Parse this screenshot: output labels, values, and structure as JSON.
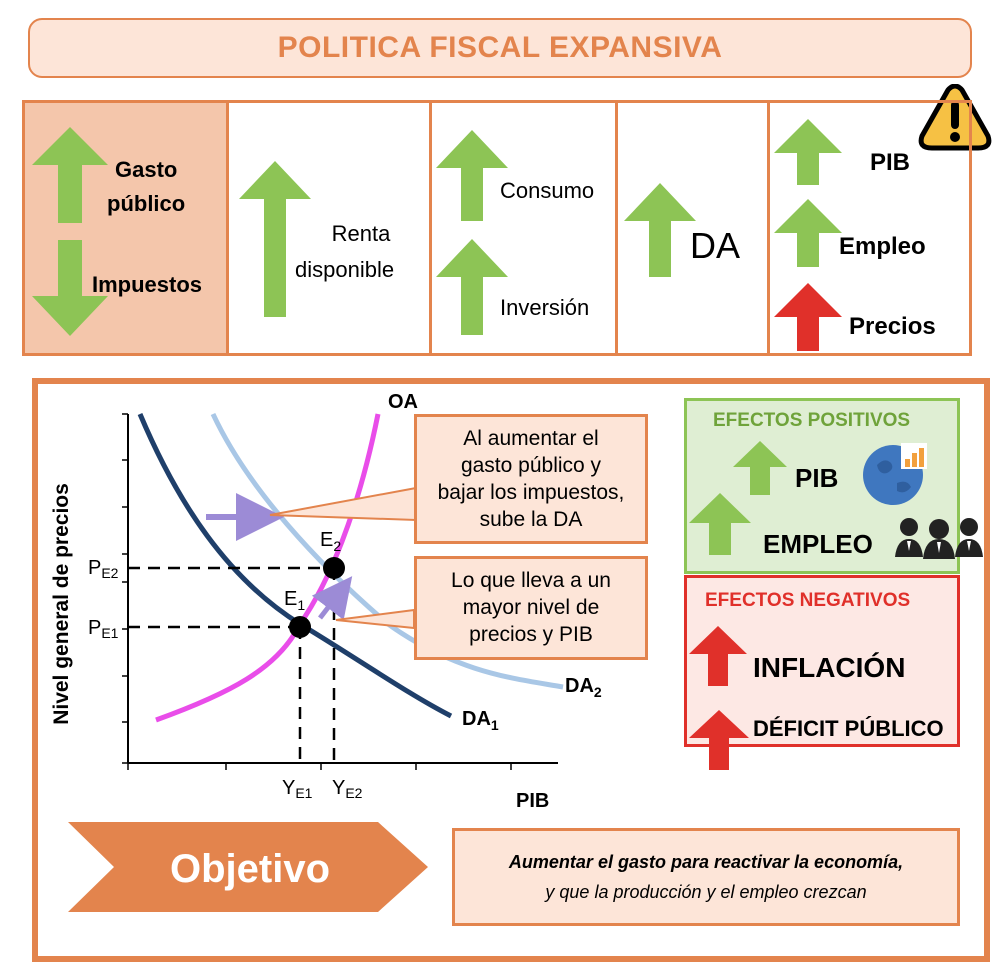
{
  "title": "POLITICA FISCAL EXPANSIVA",
  "flow": {
    "cell1": {
      "item1": "Gasto",
      "item1b": "público",
      "item2": "Impuestos"
    },
    "cell2": {
      "line1": "Renta",
      "line2": "disponible"
    },
    "cell3": {
      "item1": "Consumo",
      "item2": "Inversión"
    },
    "cell4": {
      "label": "DA"
    },
    "cell5": {
      "item1": "PIB",
      "item2": "Empleo",
      "item3": "Precios"
    }
  },
  "chart_data": {
    "type": "line",
    "ylabel": "Nivel general de precios",
    "xlabel": "PIB",
    "curves": [
      {
        "name": "OA",
        "color": "#e94de9"
      },
      {
        "name": "DA",
        "sub": "2",
        "color": "#a9c7e6"
      },
      {
        "name": "DA",
        "sub": "1",
        "color": "#1f3f6a"
      }
    ],
    "points": [
      {
        "name": "E",
        "sub": "1"
      },
      {
        "name": "E",
        "sub": "2"
      }
    ],
    "y_ticks": [
      {
        "main": "P",
        "sub": "E2"
      },
      {
        "main": "P",
        "sub": "E1"
      }
    ],
    "x_ticks": [
      {
        "main": "Y",
        "sub": "E1"
      },
      {
        "main": "Y",
        "sub": "E2"
      }
    ]
  },
  "callouts": {
    "top": [
      "Al aumentar el",
      "gasto público y",
      "bajar los impuestos,",
      "sube la DA"
    ],
    "bottom": [
      "Lo que lleva a un",
      "mayor nivel de",
      "precios y PIB"
    ]
  },
  "positive": {
    "title": "EFECTOS POSITIVOS",
    "item1": "PIB",
    "item2": "EMPLEO"
  },
  "negative": {
    "title": "EFECTOS NEGATIVOS",
    "item1": "INFLACIÓN",
    "item2": "DÉFICIT PÚBLICO"
  },
  "objective": {
    "label": "Objetivo",
    "line1": "Aumentar el gasto para reactivar la economía,",
    "line2": "y que la producción y el empleo crezcan"
  },
  "colors": {
    "accent": "#e3844d",
    "green": "#8dc455",
    "red": "#e0302a"
  }
}
